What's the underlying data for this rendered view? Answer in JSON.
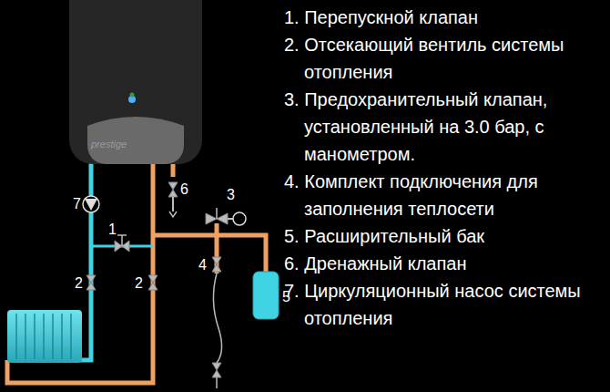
{
  "diagram": {
    "nodes": [
      {
        "text": [
          "prestige"
        ]
      }
    ],
    "labels": [
      "7",
      "6",
      "3",
      "1",
      "2",
      "2",
      "4",
      "5",
      "1. Перепускной клапан",
      "2. Отсекающий вентиль системы отопления",
      "3. Предохранительный клапан, установленный на 3.0 бар, с манометром.",
      "4. Комплект подключения для заполнения теплосети",
      "5. Расширительный бак",
      "6. Дренажный клапан",
      "7. Циркуляционный насос системы отопления"
    ]
  }
}
